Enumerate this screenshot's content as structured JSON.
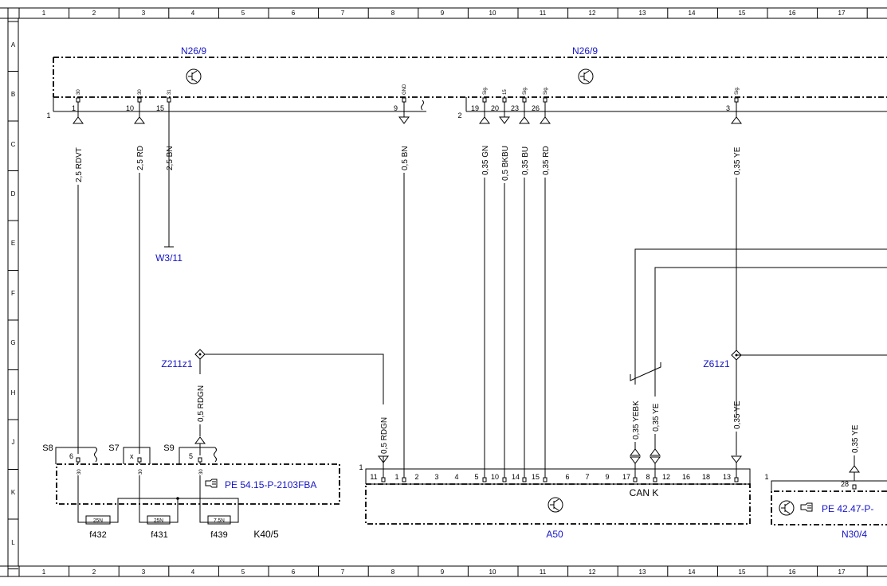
{
  "grid": {
    "columns": [
      "1",
      "2",
      "3",
      "4",
      "5",
      "6",
      "7",
      "8",
      "9",
      "10",
      "11",
      "12",
      "13",
      "14",
      "15",
      "16",
      "17"
    ],
    "rows": [
      "A",
      "B",
      "C",
      "D",
      "E",
      "F",
      "G",
      "H",
      "J",
      "K",
      "L"
    ]
  },
  "components": {
    "n26_9_left": "N26/9",
    "n26_9_right": "N26/9",
    "w3_11": "W3/11",
    "z211z1": "Z211z1",
    "z61z1": "Z61z1",
    "k40_5": "K40/5",
    "a50": "A50",
    "n30_4": "N30/4",
    "can_k": "CAN K",
    "ref_k40": "PE 54.15-P-2103FBA",
    "ref_n30": "PE 42.47-P-"
  },
  "connector_numbers": {
    "n26_left": "1",
    "n26_right": "2",
    "a50": "1",
    "n30": "1"
  },
  "n26_pins": {
    "left": [
      {
        "pin": "1",
        "func": "30"
      },
      {
        "pin": "10",
        "func": "30"
      },
      {
        "pin": "15",
        "func": "31"
      },
      {
        "pin": "9",
        "func": "GND"
      }
    ],
    "right": [
      {
        "pin": "19",
        "func": "Sig."
      },
      {
        "pin": "20",
        "func": "15"
      },
      {
        "pin": "23",
        "func": "Sig."
      },
      {
        "pin": "26",
        "func": "Sig."
      },
      {
        "pin": "3",
        "func": "Sig."
      }
    ]
  },
  "wires": [
    {
      "id": "w1",
      "label": "2,5 RDVT"
    },
    {
      "id": "w2",
      "label": "2,5 RD"
    },
    {
      "id": "w3",
      "label": "2,5 BN"
    },
    {
      "id": "w4",
      "label": "0,5 BN"
    },
    {
      "id": "w5",
      "label": "0,35 GN"
    },
    {
      "id": "w6",
      "label": "0,5 BKBU"
    },
    {
      "id": "w7",
      "label": "0,35 BU"
    },
    {
      "id": "w8",
      "label": "0,35 RD"
    },
    {
      "id": "w9",
      "label": "0,35 YE"
    },
    {
      "id": "w10",
      "label": "0,5 RDGN"
    },
    {
      "id": "w11",
      "label": "0,5 RDGN"
    },
    {
      "id": "w12",
      "label": "0,35 YEBK"
    },
    {
      "id": "w13",
      "label": "0,35 YE"
    },
    {
      "id": "w14",
      "label": "0,35 YE"
    },
    {
      "id": "w15",
      "label": "0,35 YE"
    }
  ],
  "k40": {
    "terminals": [
      "S8",
      "S7",
      "S9"
    ],
    "pins": [
      "6",
      "x",
      "5"
    ],
    "pin_func": [
      "30",
      "30",
      "30"
    ],
    "fuses": [
      {
        "rating": "25N",
        "name": "f432"
      },
      {
        "rating": "25N",
        "name": "f431"
      },
      {
        "rating": "7,5N",
        "name": "f439"
      }
    ]
  },
  "a50_pins": [
    "11",
    "1",
    "2",
    "3",
    "4",
    "5",
    "10",
    "14",
    "15",
    "6",
    "7",
    "9",
    "17",
    "8",
    "12",
    "16",
    "18",
    "13"
  ],
  "n30_pins": [
    "28"
  ]
}
